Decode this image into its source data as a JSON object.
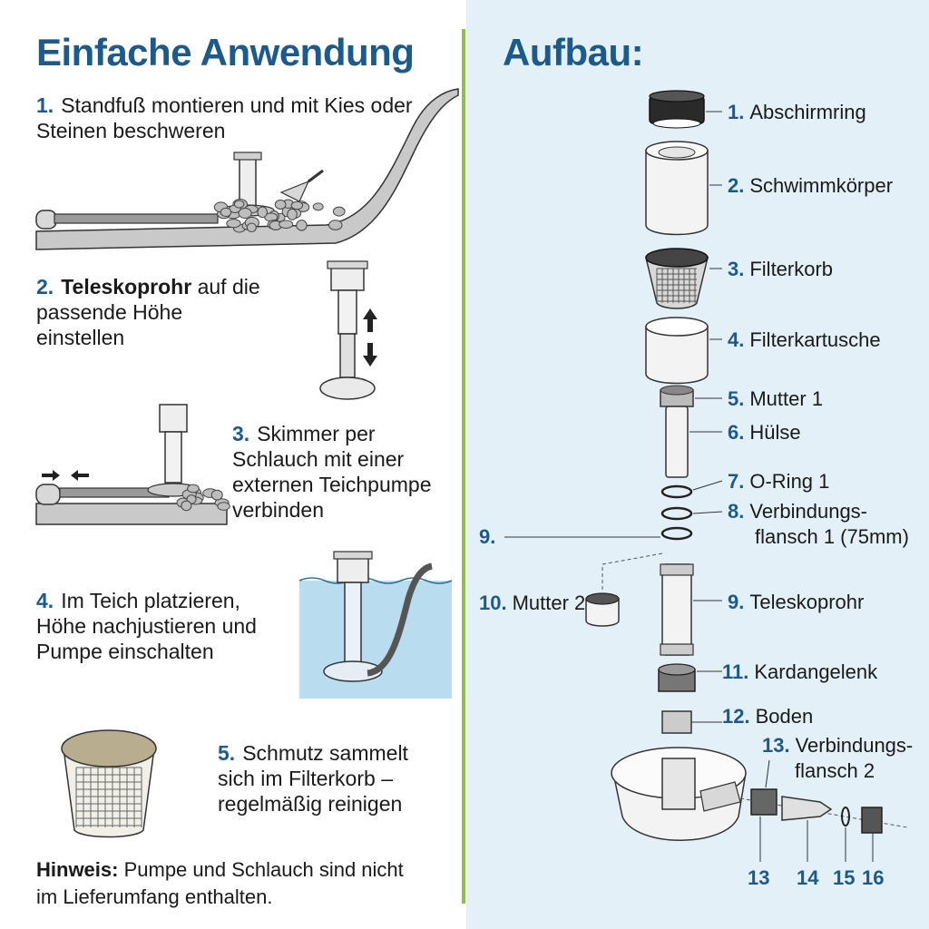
{
  "left": {
    "title": "Einfache Anwendung",
    "steps": [
      {
        "num": "1.",
        "text": "Standfuß montieren und mit Kies oder Steinen beschweren"
      },
      {
        "num": "2.",
        "bold": "Teleskoprohr",
        "text": " auf die passende Höhe einstellen"
      },
      {
        "num": "3.",
        "text": "Skimmer per Schlauch mit einer externen Teichpumpe verbinden"
      },
      {
        "num": "4.",
        "text": "Im Teich platzieren, Höhe nachjustieren und Pumpe einschalten"
      },
      {
        "num": "5.",
        "text": "Schmutz sammelt sich im Filterkorb – regelmäßig reinigen"
      }
    ],
    "note_label": "Hinweis:",
    "note_text": " Pumpe und Schlauch sind nicht im Lieferumfang enthalten."
  },
  "right": {
    "title": "Aufbau:",
    "parts": [
      {
        "num": "1.",
        "name": "Abschirmring"
      },
      {
        "num": "2.",
        "name": "Schwimmkörper"
      },
      {
        "num": "3.",
        "name": "Filterkorb"
      },
      {
        "num": "4.",
        "name": "Filterkartusche"
      },
      {
        "num": "5.",
        "name": "Mutter 1"
      },
      {
        "num": "6.",
        "name": "Hülse"
      },
      {
        "num": "7.",
        "name": "O-Ring 1"
      },
      {
        "num": "8.",
        "name": "Verbindungs-",
        "name2": "flansch 1 (75mm)"
      },
      {
        "num": "9.",
        "name": ""
      },
      {
        "num": "10.",
        "name": "Mutter 2"
      },
      {
        "num": "9.",
        "name": "Teleskoprohr"
      },
      {
        "num": "11.",
        "name": "Kardangelenk"
      },
      {
        "num": "12.",
        "name": "Boden"
      },
      {
        "num": "13.",
        "name": "Verbindungs-",
        "name2": "flansch 2"
      }
    ],
    "bottom_nums": [
      "13",
      "14",
      "15",
      "16"
    ]
  },
  "colors": {
    "accent": "#1d5a8c",
    "divider": "#8dc04a",
    "panel": "#e4f0f8",
    "water": "#b9dcef"
  }
}
